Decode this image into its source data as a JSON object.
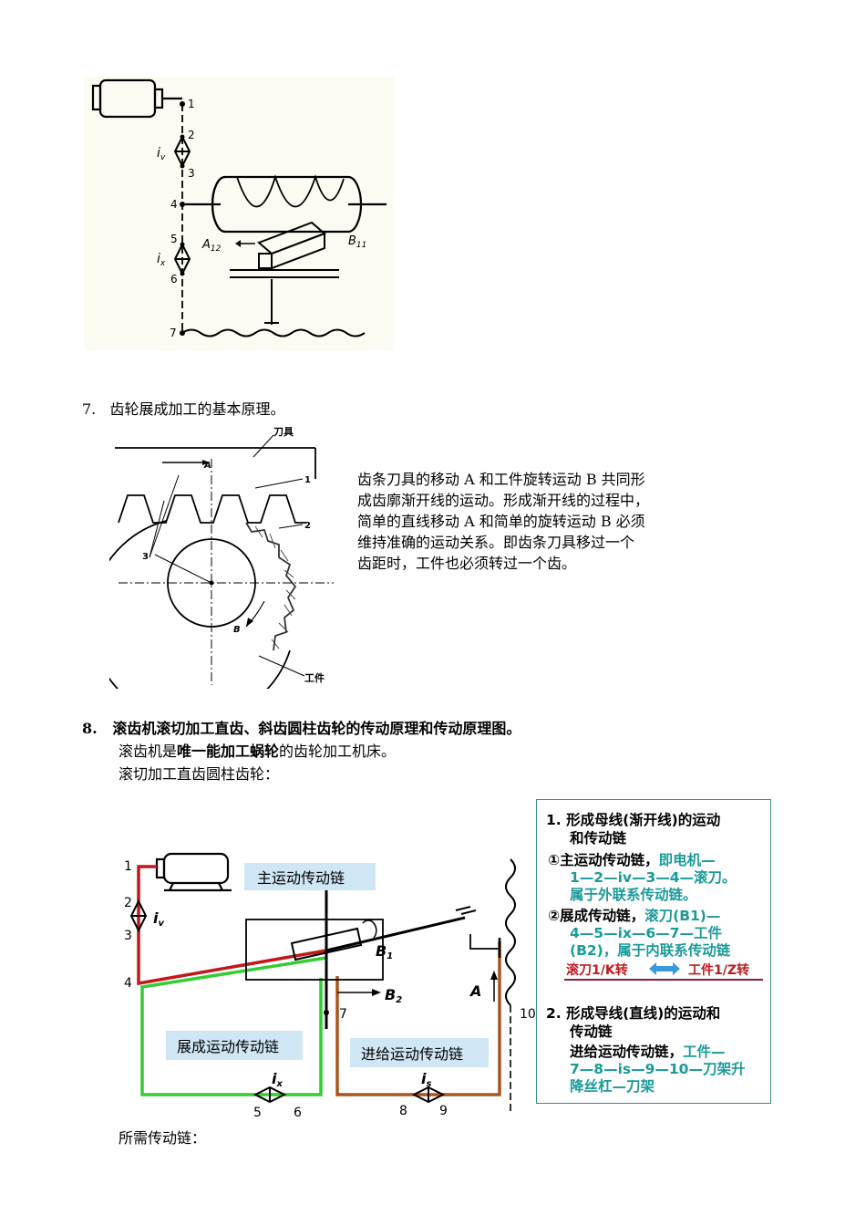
{
  "fig1": {
    "labels": {
      "n1": "1",
      "n2": "2",
      "n3": "3",
      "n4": "4",
      "n5": "5",
      "n6": "6",
      "n7": "7",
      "iv": "i",
      "iv_sub": "v",
      "ix": "i",
      "ix_sub": "x",
      "a12": "A",
      "a12_sub": "12",
      "b11": "B",
      "b11_sub": "11"
    }
  },
  "section7": {
    "heading": "7.   齿轮展成加工的基本原理。",
    "fig_labels": {
      "tool": "刀具",
      "a": "A",
      "n1": "1",
      "n2": "2",
      "n3": "3",
      "b": "B",
      "work": "工件"
    },
    "para": [
      "齿条刀具的移动 A 和工件旋转运动 B 共同形",
      "成齿廓渐开线的运动。形成渐开线的过程中，",
      "简单的直线移动 A 和简单的旋转运动 B 必须",
      "维持准确的运动关系。即齿条刀具移过一个",
      "齿距时，工件也必须转过一个齿。"
    ]
  },
  "section8": {
    "heading": "8.   滚齿机滚切加工直齿、斜齿圆柱齿轮的传动原理和传动原理图。",
    "line1_pre": "滚齿机是",
    "line1_bold": "唯一能加工蜗轮",
    "line1_post": "的齿轮加工机床。",
    "line2": "滚切加工直齿圆柱齿轮：",
    "diagram": {
      "main_chain": "主运动传动链",
      "gen_chain": "展成运动传动链",
      "feed_chain": "进给运动传动链",
      "nums": {
        "n1": "1",
        "n2": "2",
        "n3": "3",
        "n4": "4",
        "n5": "5",
        "n6": "6",
        "n7": "7",
        "n8": "8",
        "n9": "9",
        "n10": "10"
      },
      "iv": "i",
      "iv_sub": "v",
      "ix": "i",
      "ix_sub": "x",
      "is": "i",
      "is_sub": "s",
      "b1": "B",
      "b1_sub": "1",
      "b2": "B",
      "b2_sub": "2",
      "a": "A"
    },
    "box": {
      "t1a": "1. 形成母线(渐开线)的运动",
      "t1b": "和传动链",
      "c1a_pre": "①主运动传动链，",
      "c1a_teal": "即电机—",
      "c1b": "1—2—iv—3—4—滚刀。",
      "c1c": "属于外联系传动链。",
      "c2a_pre": "②展成传动链，",
      "c2a_teal": "滚刀(B1)—",
      "c2b": "4—5—ix—6—7—工件",
      "c2c": "(B2)，属于内联系传动链",
      "red_left": "滚刀1/K转",
      "red_right": "工件1/Z转",
      "t2a": "2. 形成导线(直线)的运动和",
      "t2b": "传动链",
      "c3a_pre": "进给运动传动链，",
      "c3a_teal": "工件—",
      "c3b": "7—8—is—9—10—刀架升",
      "c3c": "降丝杠—刀架"
    },
    "footer": "所需传动链："
  },
  "colors": {
    "red": "#c0181c",
    "green": "#33cc33",
    "brown": "#a8561f",
    "teal": "#1b9a9a",
    "label_bg": "#cfe6f5",
    "arrow": "#3a9ad9"
  }
}
